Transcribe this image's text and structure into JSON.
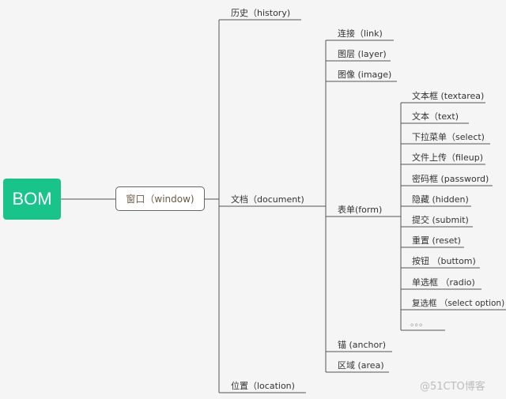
{
  "root": {
    "label": "BOM"
  },
  "window": {
    "label": "窗口（window)"
  },
  "level2": {
    "history": "历史（history)",
    "document": "文档（document)",
    "location": "位置（location)"
  },
  "document_children": {
    "link": "连接（link)",
    "layer": "图层 (layer)",
    "image": "图像 (image)",
    "form": "表单(form)",
    "anchor": "锚 (anchor)",
    "area": "区域 (area)"
  },
  "form_children": {
    "textarea": "文本框 (textarea)",
    "text": "文本（text)",
    "select": "下拉菜单（select)",
    "fileup": "文件上传（fileup)",
    "password": "密码框 (password)",
    "hidden": "隐藏 (hidden)",
    "submit": "提交 (submit)",
    "reset": "重置 (reset)",
    "button": "按钮 （buttom)",
    "radio": "单选框 （radio)",
    "option": "复选框 （select option)",
    "ellipsis": "。。。"
  },
  "watermark": "@51CTO博客",
  "colors": {
    "root_fill": "#18c48a",
    "line": "#555555",
    "window_text": "#6b5a45"
  }
}
